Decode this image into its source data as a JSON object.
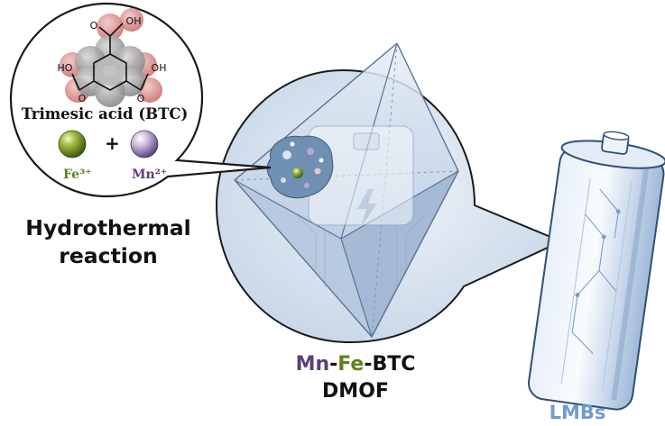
{
  "molecule": {
    "name": "Trimesic acid (BTC)",
    "groups": [
      "O",
      "OH",
      "HO",
      "O",
      "O",
      "OH"
    ]
  },
  "ions": {
    "plus": "+",
    "fe_label": "Fe³⁺",
    "mn_label": "Mn²⁺"
  },
  "process": {
    "line1": "Hydrothermal",
    "line2": "reaction"
  },
  "product": {
    "mn": "Mn",
    "dash1": "-",
    "fe": "Fe",
    "rest": "-BTC",
    "line2": "DMOF"
  },
  "application": {
    "label": "LMBs"
  },
  "colors": {
    "fe_green": "#5f821c",
    "mn_purple": "#5c3f78",
    "lmb_blue": "#6f9cd0",
    "bubble_fill": "#dbe6f1",
    "outline": "#1a1a1a"
  }
}
